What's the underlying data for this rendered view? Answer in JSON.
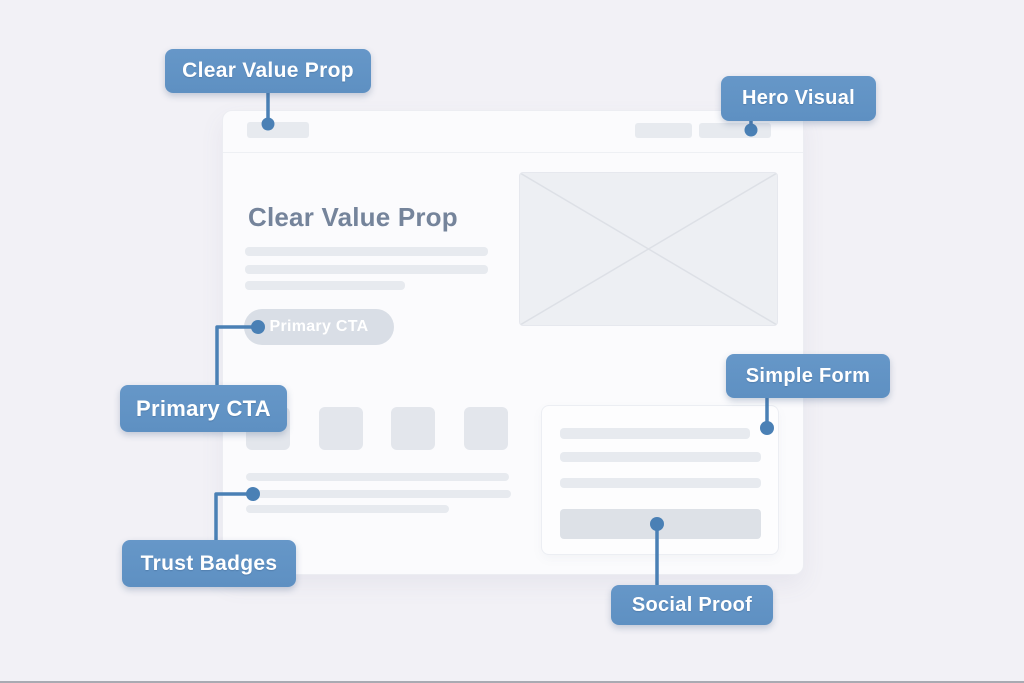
{
  "colors": {
    "page-bg": "#f2f1f6",
    "card-bg": "#fbfbfd",
    "badge-blue": "#5e90c2",
    "connector-blue": "#4a80b5",
    "badge-text": "#ffffff",
    "heading-text": "#75849b",
    "pill-bg": "#d9dee6",
    "pill-text": "#ffffff",
    "placeholder": "#e7eaef",
    "hero-bg": "#edeff3",
    "button-bg": "#dde1e7"
  },
  "annotations": {
    "clear_value_prop": {
      "label": "Clear Value Prop"
    },
    "hero_visual": {
      "label": "Hero Visual"
    },
    "primary_cta": {
      "label": "Primary CTA"
    },
    "simple_form": {
      "label": "Simple Form"
    },
    "trust_badges": {
      "label": "Trust Badges"
    },
    "social_proof": {
      "label": "Social Proof"
    }
  },
  "wireframe": {
    "hero_heading": "Clear Value Prop",
    "cta_label": "Primary CTA"
  }
}
